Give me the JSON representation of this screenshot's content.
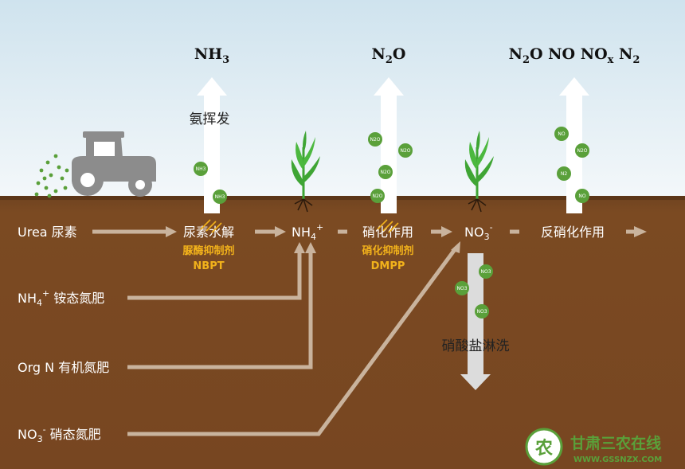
{
  "gases": {
    "nh3": {
      "base": "NH",
      "sub": "3"
    },
    "n2o": {
      "pre": "N",
      "sub": "2",
      "post": "O"
    },
    "denit": {
      "a": "N",
      "a_sub": "2",
      "b": "O NO NO",
      "b_sub": "x",
      "c": " N",
      "c_sub": "2"
    }
  },
  "labels": {
    "volatilization": "氨挥发",
    "urea": "Urea 尿素",
    "hydrolysis": "尿素水解",
    "nh4": {
      "base": "NH",
      "sub": "4",
      "sup": "+"
    },
    "nitrification": "硝化作用",
    "no3": {
      "base": "NO",
      "sub": "3",
      "sup": "-"
    },
    "denitrification": "反硝化作用",
    "leaching": "硝酸盐淋洗"
  },
  "inhibitors": {
    "urease_cn": "脲酶抑制剂",
    "urease_en": "NBPT",
    "nitrification_cn": "硝化抑制剂",
    "nitrification_en": "DMPP"
  },
  "fertilizers": {
    "ammonium": {
      "base": "NH",
      "sub": "4",
      "sup": "+",
      "name": " 铵态氮肥"
    },
    "organic": {
      "base": "Org N",
      "name": " 有机氮肥"
    },
    "nitrate": {
      "base": "NO",
      "sub": "3",
      "sup": "-",
      "name": " 硝态氮肥"
    }
  },
  "bubbles": {
    "nh3": "NH3",
    "n2o": "N2O",
    "no": "NO",
    "n2": "N2",
    "no3": "NO3"
  },
  "watermark": {
    "logo_char": "农",
    "name": "甘肃三农在线",
    "url": "WWW.GSSNZX.COM"
  },
  "colors": {
    "sky_top": "#cfe3ee",
    "sky_bottom": "#f4f8fa",
    "soil": "#7b4a22",
    "inhibitor": "#f2b21b",
    "plant": "#3fa534",
    "tractor": "#8c8c8c"
  }
}
